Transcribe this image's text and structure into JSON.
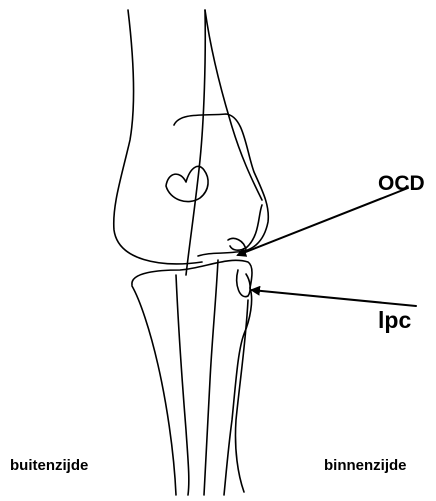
{
  "labels": {
    "ocd": "OCD",
    "lpc": "lpc",
    "left_side": "buitenzijde",
    "right_side": "binnenzijde"
  },
  "colors": {
    "line": "#000000",
    "background": "#ffffff"
  }
}
